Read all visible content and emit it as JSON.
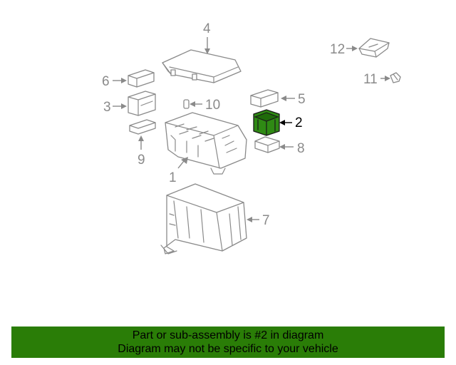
{
  "callouts": {
    "c1": "1",
    "c2": "2",
    "c3": "3",
    "c4": "4",
    "c5": "5",
    "c6": "6",
    "c7": "7",
    "c8": "8",
    "c9": "9",
    "c10": "10",
    "c11": "11",
    "c12": "12"
  },
  "highlighted_part": "2",
  "colors": {
    "highlight": "#2f8a14",
    "banner": "#2a7d07",
    "line": "#8a8a8a"
  },
  "banner": {
    "line1": "Part or sub-assembly is #2 in diagram",
    "line2": "Diagram may not be specific to your vehicle"
  }
}
